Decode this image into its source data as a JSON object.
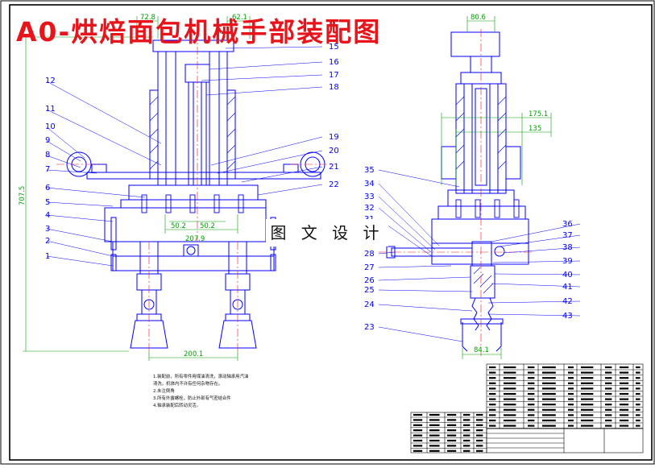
{
  "title": "A0-烘焙面包机械手部装配图",
  "watermark": "图 文 设 计",
  "colors": {
    "drawing_line": "#0000ff",
    "title_red": "#e8141c",
    "dimension_green": "#00a000",
    "leader_blue": "#0000ff",
    "border": "#000000"
  },
  "dimensions": {
    "d_72_8": "72.8",
    "d_62_1": "62.1",
    "d_707_5": "707.5",
    "d_50_2_left": "50.2",
    "d_50_2_right": "50.2",
    "d_207_9": "207.9",
    "d_200_1": "200.1",
    "d_80_6": "80.6",
    "d_175_1": "175.1",
    "d_135": "135",
    "d_84_1": "84.1"
  },
  "left_part_numbers": [
    "12",
    "11",
    "10",
    "9",
    "8",
    "7",
    "6",
    "5",
    "4",
    "3",
    "2",
    "1"
  ],
  "center_part_numbers": [
    "15",
    "16",
    "17",
    "18",
    "19",
    "20",
    "21",
    "22"
  ],
  "right_left_part_numbers": [
    "35",
    "34",
    "33",
    "32",
    "31",
    "28",
    "27",
    "26",
    "25",
    "24",
    "23"
  ],
  "right_part_numbers": [
    "36",
    "37",
    "38",
    "39",
    "40",
    "41",
    "42",
    "43"
  ],
  "notes": [
    "1.装配前，所有零件用煤油清洗，滚动轴承用汽油",
    "清洗，机体内不许有任何杂物存在。",
    "2.未注倒角",
    "3.所有外露螺栓，防止外部有气密结合件",
    "4.轴承装配后转动灵活。"
  ]
}
